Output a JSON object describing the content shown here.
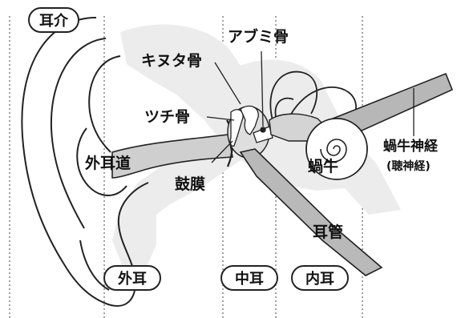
{
  "diagram": {
    "labels": {
      "pinna": "耳介",
      "outer_ear": "外耳",
      "middle_ear": "中耳",
      "inner_ear": "内耳",
      "ear_canal": "外耳道",
      "eardrum": "鼓膜",
      "malleus": "ツチ骨",
      "incus": "キヌタ骨",
      "stapes": "アブミ骨",
      "cochlea": "蝸牛",
      "cochlear_nerve": "蝸牛神経",
      "auditory_nerve": "(聴神経)",
      "eustachian_tube": "耳管"
    },
    "colors": {
      "canal_fill": "#cfcfcf",
      "tube_fill": "#b9b9b9",
      "outline": "#222222",
      "text": "#111111",
      "pill_fill": "#ffffff"
    }
  }
}
